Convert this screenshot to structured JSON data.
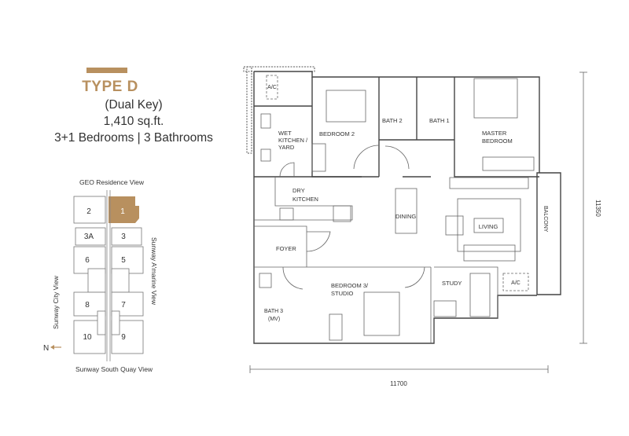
{
  "unit": {
    "type_label": "TYPE D",
    "subtitle": "(Dual Key)",
    "area": "1,410 sq.ft.",
    "rooms": "3+1 Bedrooms | 3 Bathrooms"
  },
  "colors": {
    "accent": "#b8905f",
    "line": "#444444"
  },
  "key_plan": {
    "top_view": "GEO Residence View",
    "left_view": "Sunway City View",
    "right_view": "Sunway A'marine View",
    "bottom_view": "Sunway South Quay View",
    "north_label": "N",
    "units": [
      "1",
      "2",
      "3A",
      "3",
      "6",
      "5",
      "8",
      "7",
      "10",
      "9"
    ],
    "highlighted_unit": "1"
  },
  "floor_plan": {
    "rooms": {
      "ac_top": "A/C",
      "wet_kitchen": [
        "WET",
        "KITCHEN /",
        "YARD"
      ],
      "bedroom2": "BEDROOM 2",
      "bath2": "BATH 2",
      "bath1": "BATH 1",
      "master": [
        "MASTER",
        "BEDROOM"
      ],
      "dry_kitchen": [
        "DRY",
        "KITCHEN"
      ],
      "dining": "DINING",
      "living": "LIVING",
      "balcony": "BALCONY",
      "foyer": "FOYER",
      "bedroom3": [
        "BEDROOM 3/",
        "STUDIO"
      ],
      "study": "STUDY",
      "ac_bottom": "A/C",
      "bath3": [
        "BATH 3",
        "(MV)"
      ]
    },
    "dim_width": "11700",
    "dim_height": "11350"
  }
}
